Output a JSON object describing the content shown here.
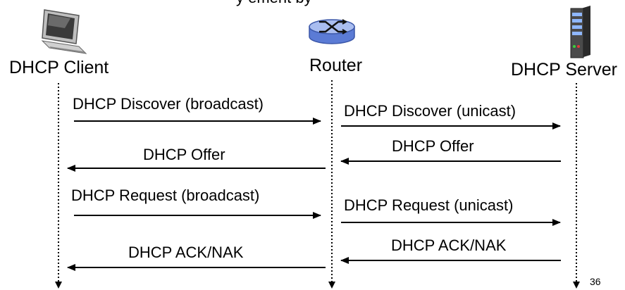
{
  "header_clipped": "y    ement by",
  "nodes": {
    "client": "DHCP Client",
    "router": "Router",
    "server": "DHCP Server"
  },
  "messages": {
    "discover_broadcast": "DHCP Discover (broadcast)",
    "discover_unicast": "DHCP Discover (unicast)",
    "offer_left": "DHCP Offer",
    "offer_right": "DHCP Offer",
    "request_broadcast": "DHCP Request (broadcast)",
    "request_unicast": "DHCP Request (unicast)",
    "ack_left": "DHCP ACK/NAK",
    "ack_right": "DHCP ACK/NAK"
  },
  "page_number": "36",
  "icons": {
    "client": "desktop-computer-icon",
    "router": "router-icon",
    "server": "server-tower-icon"
  },
  "colors": {
    "router_fill": "#5B7BD5",
    "router_top": "#A9BDF0",
    "server_body": "#4a4a4a"
  }
}
